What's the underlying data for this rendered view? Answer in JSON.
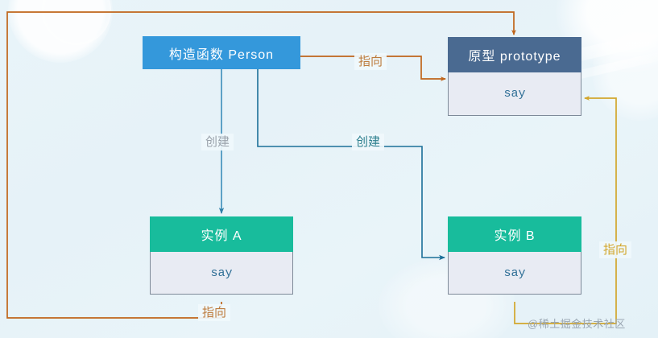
{
  "diagram": {
    "title": "JavaScript prototype relationship diagram",
    "nodes": {
      "person": {
        "header": "构造函数 Person",
        "header_color": "#3498db"
      },
      "prototype": {
        "header": "原型 prototype",
        "body": "say",
        "header_color": "#4a6a91",
        "body_color": "#e8ebf3"
      },
      "instance_a": {
        "header": "实例 A",
        "body": "say",
        "header_color": "#18bc9c",
        "body_color": "#e8ebf3"
      },
      "instance_b": {
        "header": "实例 B",
        "body": "say",
        "header_color": "#18bc9c",
        "body_color": "#e8ebf3"
      }
    },
    "edges": {
      "person_to_prototype": {
        "label": "指向",
        "color": "#c0651a"
      },
      "person_to_instance_a": {
        "label": "创建",
        "color": "#9aa2ab"
      },
      "person_to_instance_b": {
        "label": "创建",
        "color": "#2d7f8e"
      },
      "instance_a_to_prototype": {
        "label": "指向",
        "color": "#c0651a"
      },
      "instance_b_to_prototype": {
        "label": "指向",
        "color": "#d2a62c"
      }
    }
  },
  "watermark": {
    "text": "@稀土掘金技术社区"
  }
}
